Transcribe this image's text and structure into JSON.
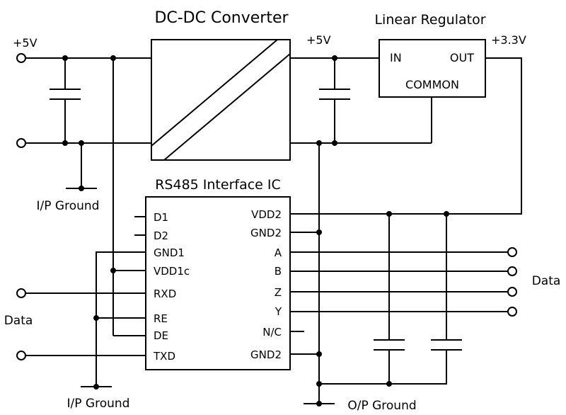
{
  "converter": {
    "title": "DC-DC Converter"
  },
  "regulator": {
    "title": "Linear Regulator",
    "in": "IN",
    "out": "OUT",
    "common": "COMMON"
  },
  "rails": {
    "in_5v": "+5V",
    "out_5v": "+5V",
    "out_3v3": "+3.3V"
  },
  "ic": {
    "title": "RS485 Interface IC",
    "left_pins": [
      "D1",
      "D2",
      "GND1",
      "VDD1c",
      "RXD",
      "RE",
      "DE",
      "TXD"
    ],
    "right_pins": [
      "VDD2",
      "GND2",
      "A",
      "B",
      "Z",
      "Y",
      "N/C",
      "GND2"
    ]
  },
  "grounds": {
    "ip_top": "I/P Ground",
    "ip_bottom": "I/P Ground",
    "op": "O/P Ground"
  },
  "data_labels": {
    "left": "Data",
    "right": "Data"
  }
}
